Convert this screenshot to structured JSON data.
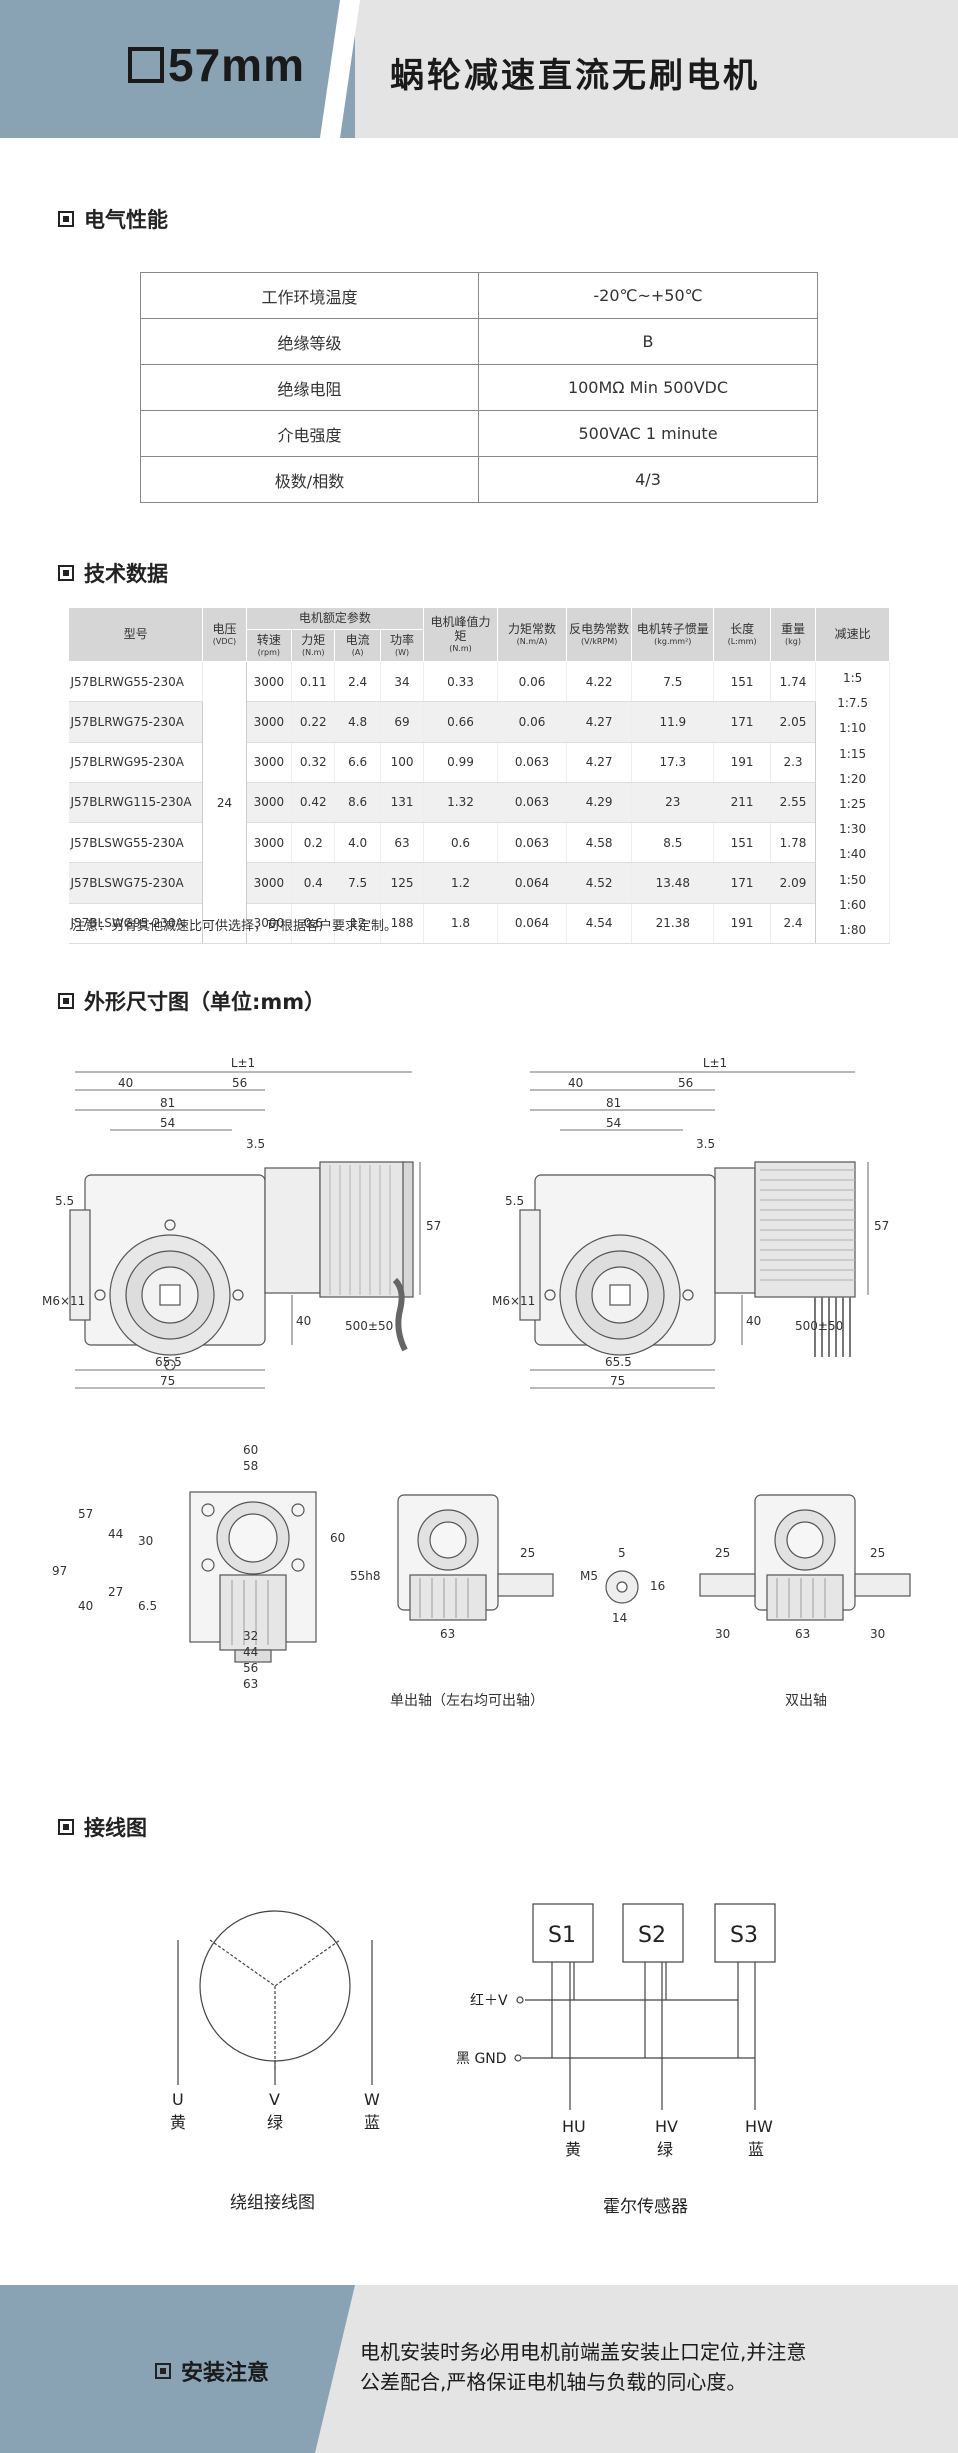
{
  "header": {
    "code": "57mm",
    "title": "蜗轮减速直流无刷电机"
  },
  "sections": {
    "electrical": "电气性能",
    "tech": "技术数据",
    "dimensions": "外形尺寸图（单位:mm）",
    "wiring": "接线图"
  },
  "electrical": [
    {
      "label": "工作环境温度",
      "value": "-20℃~+50℃"
    },
    {
      "label": "绝缘等级",
      "value": "B"
    },
    {
      "label": "绝缘电阻",
      "value": "100MΩ Min 500VDC"
    },
    {
      "label": "介电强度",
      "value": "500VAC 1 minute"
    },
    {
      "label": "极数/相数",
      "value": "4/3"
    }
  ],
  "tech": {
    "headers": {
      "model": "型号",
      "voltage": "电压",
      "voltage_unit": "(VDC)",
      "rated": "电机额定参数",
      "speed": "转速",
      "speed_unit": "(rpm)",
      "torque": "力矩",
      "torque_unit": "(N.m)",
      "current": "电流",
      "current_unit": "(A)",
      "power": "功率",
      "power_unit": "(W)",
      "peak": "电机峰值力矩",
      "peak_unit": "(N.m)",
      "kt": "力矩常数",
      "kt_unit": "(N.m/A)",
      "ke": "反电势常数",
      "ke_unit": "(V/kRPM)",
      "inertia": "电机转子惯量",
      "inertia_unit": "(kg.mm²)",
      "length": "长度",
      "length_unit": "(L:mm)",
      "weight": "重量",
      "weight_unit": "(kg)",
      "ratio": "减速比"
    },
    "voltage": "24",
    "rows": [
      {
        "model": "J57BLRWG55-230A",
        "speed": "3000",
        "torque": "0.11",
        "current": "2.4",
        "power": "34",
        "peak": "0.33",
        "kt": "0.06",
        "ke": "4.22",
        "inertia": "7.5",
        "length": "151",
        "weight": "1.74"
      },
      {
        "model": "J57BLRWG75-230A",
        "speed": "3000",
        "torque": "0.22",
        "current": "4.8",
        "power": "69",
        "peak": "0.66",
        "kt": "0.06",
        "ke": "4.27",
        "inertia": "11.9",
        "length": "171",
        "weight": "2.05"
      },
      {
        "model": "J57BLRWG95-230A",
        "speed": "3000",
        "torque": "0.32",
        "current": "6.6",
        "power": "100",
        "peak": "0.99",
        "kt": "0.063",
        "ke": "4.27",
        "inertia": "17.3",
        "length": "191",
        "weight": "2.3"
      },
      {
        "model": "J57BLRWG115-230A",
        "speed": "3000",
        "torque": "0.42",
        "current": "8.6",
        "power": "131",
        "peak": "1.32",
        "kt": "0.063",
        "ke": "4.29",
        "inertia": "23",
        "length": "211",
        "weight": "2.55"
      },
      {
        "model": "J57BLSWG55-230A",
        "speed": "3000",
        "torque": "0.2",
        "current": "4.0",
        "power": "63",
        "peak": "0.6",
        "kt": "0.063",
        "ke": "4.58",
        "inertia": "8.5",
        "length": "151",
        "weight": "1.78"
      },
      {
        "model": "J57BLSWG75-230A",
        "speed": "3000",
        "torque": "0.4",
        "current": "7.5",
        "power": "125",
        "peak": "1.2",
        "kt": "0.064",
        "ke": "4.52",
        "inertia": "13.48",
        "length": "171",
        "weight": "2.09"
      },
      {
        "model": "J57BLSWG95-230A",
        "speed": "3000",
        "torque": "0.6",
        "current": "12",
        "power": "188",
        "peak": "1.8",
        "kt": "0.064",
        "ke": "4.54",
        "inertia": "21.38",
        "length": "191",
        "weight": "2.4"
      }
    ],
    "ratios": [
      "1:5",
      "1:7.5",
      "1:10",
      "1:15",
      "1:20",
      "1:25",
      "1:30",
      "1:40",
      "1:50",
      "1:60",
      "1:80"
    ],
    "note": "注意：另有其他减速比可供选择，可根据客户要求定制。"
  },
  "dimensions": {
    "L": "L±1",
    "d40": "40",
    "d56": "56",
    "d81": "81",
    "d54": "54",
    "d35": "3.5",
    "d55": "5.5",
    "d57": "57",
    "m6": "M6×11",
    "d40v": "40",
    "lead": "500±50",
    "d655": "65.5",
    "d75": "75",
    "d60": "60",
    "d58": "58",
    "d97": "97",
    "d44": "44",
    "d30": "30",
    "d27": "27",
    "d65": "6.5",
    "d55h8": "55h8",
    "d32": "32",
    "d44b": "44",
    "d56b": "56",
    "d63": "63",
    "d25": "25",
    "d63b": "63",
    "d30b": "30",
    "s5": "5",
    "m5": "M5",
    "s16": "16",
    "s14": "14",
    "single_shaft": "单出轴（左右均可出轴）",
    "double_shaft": "双出轴"
  },
  "wiring": {
    "u": "U",
    "u_color": "黄",
    "v": "V",
    "v_color": "绿",
    "w": "W",
    "w_color": "蓝",
    "winding_caption": "绕组接线图",
    "s1": "S1",
    "s2": "S2",
    "s3": "S3",
    "vcc": "红＋V",
    "gnd": "黑 GND",
    "hu": "HU",
    "hu_color": "黄",
    "hv": "HV",
    "hv_color": "绿",
    "hw": "HW",
    "hw_color": "蓝",
    "hall_caption": "霍尔传感器"
  },
  "footer": {
    "title": "安装注意",
    "line1": "电机安装时务必用电机前端盖安装止口定位,并注意",
    "line2": "公差配合,严格保证电机轴与负载的同心度。"
  }
}
